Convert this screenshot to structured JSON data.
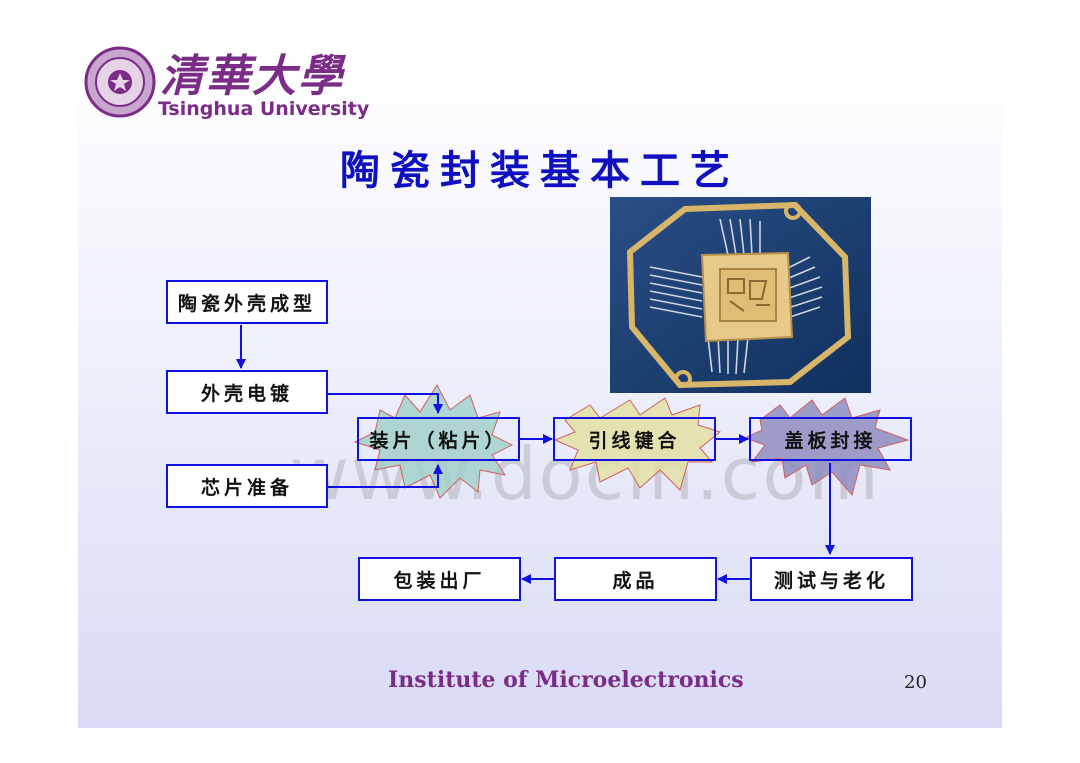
{
  "logo": {
    "chinese": "清華大學",
    "english": "Tsinghua University"
  },
  "title": "陶瓷封装基本工艺",
  "flow": {
    "shell_forming": "陶瓷外壳成型",
    "shell_plating": "外壳电镀",
    "chip_prep": "芯片准备",
    "die_attach": "装片（粘片）",
    "wire_bond": "引线键合",
    "lid_seal": "盖板封接",
    "test_aging": "测试与老化",
    "finished": "成品",
    "packing": "包装出厂"
  },
  "watermark": "www.docin.com",
  "footer": "Institute of Microelectronics",
  "page_number": "20",
  "colors": {
    "accent_blue": "#1010e0",
    "title_blue": "#1010c0",
    "brand_purple": "#7a2c86"
  }
}
